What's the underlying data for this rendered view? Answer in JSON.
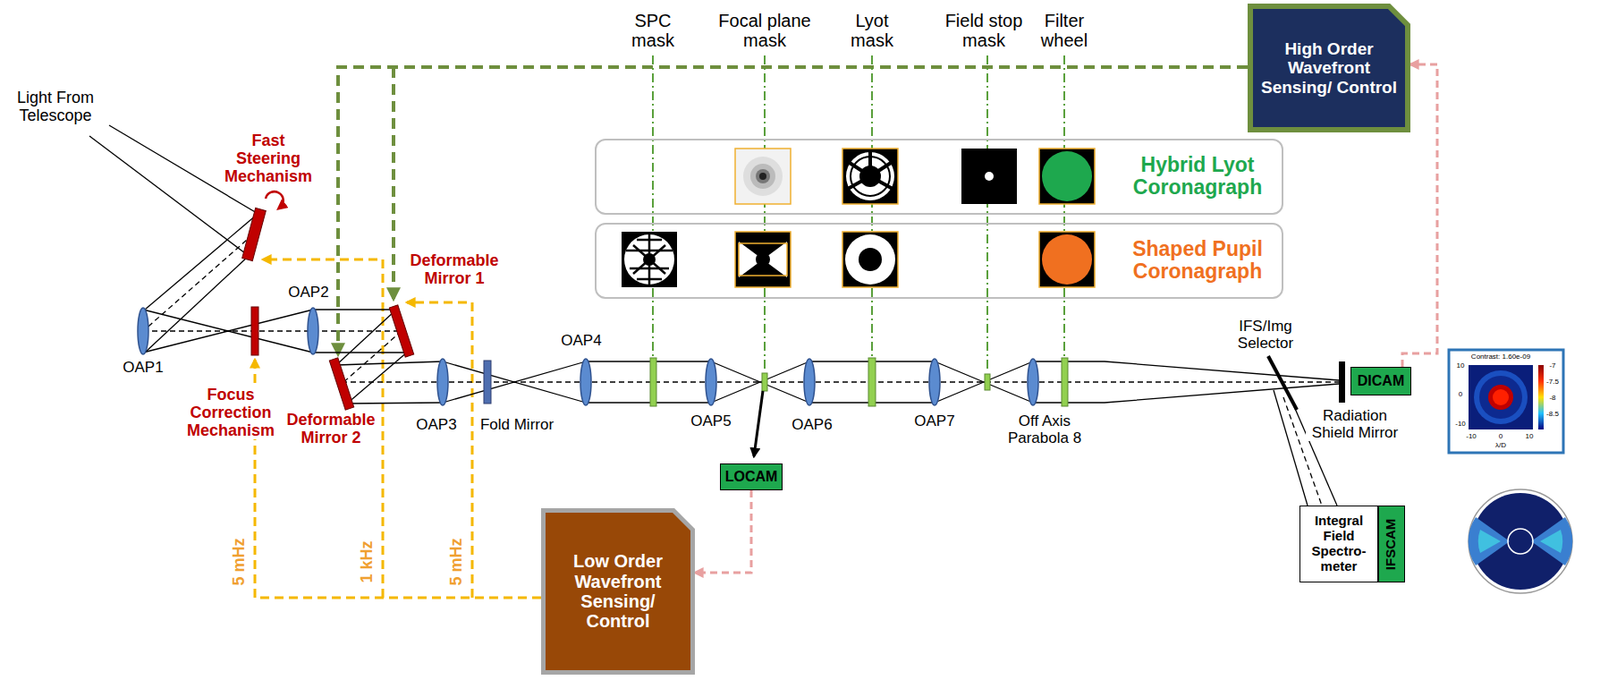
{
  "diagram": {
    "nodes": [
      {
        "text": [
          "High Order Wavefront Sensing/ Control"
        ]
      },
      {
        "text": [
          "Hybrid Lyot Coronagraph"
        ]
      },
      {
        "text": [
          "Shaped Pupil Coronagraph"
        ]
      },
      {
        "text": [
          "DICAM"
        ]
      },
      {
        "text": [
          "LOCAM"
        ]
      },
      {
        "text": [
          "Integral Field Spectro-meter"
        ]
      },
      {
        "text": [
          "IFSCAM"
        ]
      },
      {
        "text": [
          "Low Order Wavefront Sensing/ Control"
        ]
      }
    ],
    "edges": [
      {
        "from": 3,
        "to": 0,
        "arrow": "to"
      },
      {
        "from": 4,
        "to": 7,
        "arrow": "to"
      }
    ],
    "labels": [
      "SPC mask",
      "Focal plane mask",
      "Lyot mask",
      "Field stop mask",
      "Filter wheel",
      "Light From Telescope",
      "Fast Steering Mechanism",
      "OAP1",
      "OAP2",
      "Deformable Mirror 1",
      "Focus Correction Mechanism",
      "Deformable Mirror 2",
      "OAP3",
      "Fold Mirror",
      "OAP4",
      "OAP5",
      "OAP6",
      "OAP7",
      "Off Axis Parabola 8",
      "IFS/Img Selector",
      "Radiation Shield Mirror",
      "5 mHz",
      "1 kHz",
      "5 mHz",
      "Contrast: 1.60e-09",
      "10",
      "0",
      "-10",
      "-10",
      "0",
      "10",
      "λ/D",
      "-7",
      "-7.5",
      "-8",
      "-8.5"
    ]
  }
}
